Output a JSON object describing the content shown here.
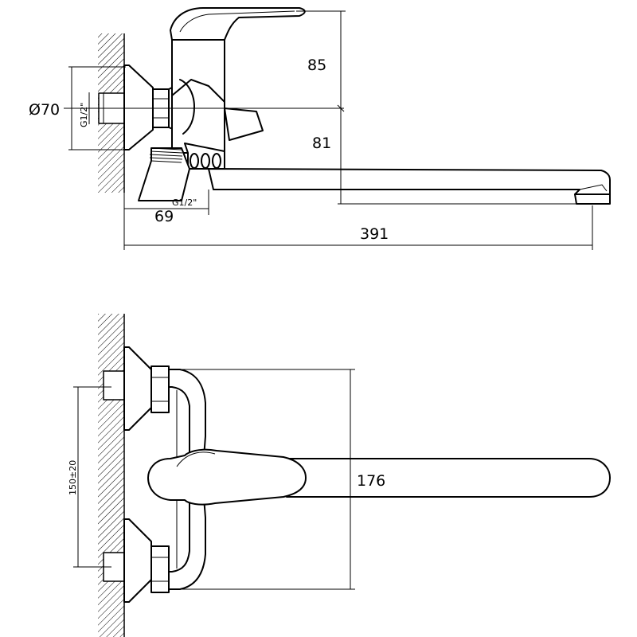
{
  "dimensions": {
    "d_height_top": "85",
    "d_height_bottom": "81",
    "d_flange_diameter": "Ø70",
    "d_thread_side": "G1/2\"",
    "d_thread_bottom": "G1/2\"",
    "d_offset": "69",
    "d_length": "391",
    "d_spout_reach": "176",
    "d_center_distance": "150±20"
  }
}
